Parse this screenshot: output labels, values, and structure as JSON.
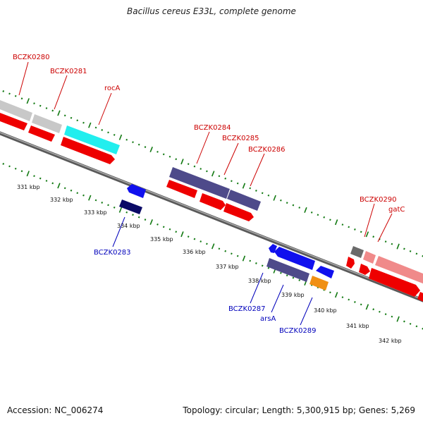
{
  "title": "Bacillus cereus E33L, complete genome",
  "footer": {
    "accession": "Accession: NC_006274",
    "info": "Topology: circular; Length: 5,300,915 bp; Genes: 5,269"
  },
  "colors": {
    "forward_label": "#cc0000",
    "reverse_label": "#0000bb",
    "tick": "#137a13",
    "backbone": "#777777"
  },
  "kbp_labels": [
    "331 kbp",
    "332 kbp",
    "333 kbp",
    "334 kbp",
    "335 kbp",
    "336 kbp",
    "337 kbp",
    "338 kbp",
    "339 kbp",
    "340 kbp",
    "341 kbp",
    "342 kbp"
  ],
  "forward_gene_labels": [
    "BCZK0280",
    "BCZK0281",
    "rocA",
    "BCZK0284",
    "BCZK0285",
    "BCZK0286",
    "BCZK0290",
    "gatC"
  ],
  "reverse_gene_labels": [
    "BCZK0283",
    "BCZK0287",
    "arsA",
    "BCZK0289"
  ]
}
